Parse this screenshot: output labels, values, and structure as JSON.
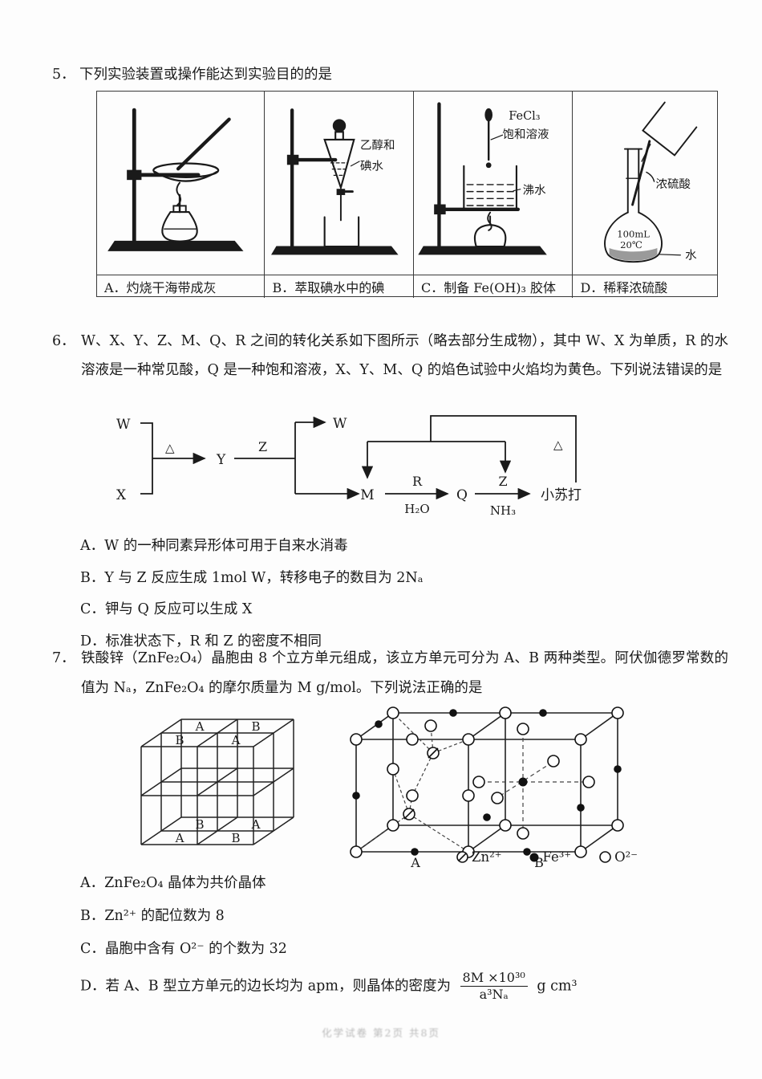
{
  "q5": {
    "number": "5．",
    "stem": "下列实验装置或操作能达到实验目的的是",
    "cells": [
      {
        "caption": "A．灼烧干海带成灰",
        "labels": []
      },
      {
        "caption": "B．萃取碘水中的碘",
        "labels": [
          "乙醇和",
          "碘水"
        ]
      },
      {
        "caption": "C．制备 Fe(OH)₃ 胶体",
        "labels": [
          "FeCl₃",
          "饱和溶液",
          "沸水"
        ]
      },
      {
        "caption": "D．稀释浓硫酸",
        "labels": [
          "浓硫酸",
          "100mL",
          "20℃",
          "水"
        ]
      }
    ]
  },
  "q6": {
    "number": "6．",
    "stem": "W、X、Y、Z、M、Q、R 之间的转化关系如下图所示（略去部分生成物），其中 W、X 为单质，R 的水溶液是一种常见酸，Q 是一种饱和溶液，X、Y、M、Q 的焰色试验中火焰均为黄色。下列说法错误的是",
    "flow": {
      "w_top": "W",
      "x": "X",
      "heat1": "△",
      "y": "Y",
      "z_step": "Z",
      "w_out": "W",
      "m": "M",
      "r_step": "R",
      "h2o": "H₂O",
      "q": "Q",
      "z_step2": "Z",
      "nh3": "NH₃",
      "soda": "小苏打",
      "heat2": "△"
    },
    "options": [
      "A．W 的一种同素异形体可用于自来水消毒",
      "B．Y 与 Z 反应生成 1mol W，转移电子的数目为 2Nₐ",
      "C．钾与 Q 反应可以生成 X",
      "D．标准状态下，R 和 Z 的密度不相同"
    ]
  },
  "q7": {
    "number": "7．",
    "stem": "铁酸锌（ZnFe₂O₄）晶胞由 8 个立方单元组成，该立方单元可分为 A、B 两种类型。阿伏伽德罗常数的值为 Nₐ，ZnFe₂O₄ 的摩尔质量为 M g/mol。下列说法正确的是",
    "cube_labels": {
      "top_back_left": "A",
      "top_back_right": "B",
      "top_front_left": "B",
      "top_front_right": "A",
      "bottom_back_left": "B",
      "bottom_back_right": "A",
      "bottom_front_left": "A",
      "bottom_front_right": "B"
    },
    "struct_labels": {
      "a": "A",
      "b": "B"
    },
    "legend": [
      {
        "label": "Zn²⁺"
      },
      {
        "label": "Fe³⁺"
      },
      {
        "label": "O²⁻"
      }
    ],
    "options": [
      "A．ZnFe₂O₄ 晶体为共价晶体",
      "B．Zn²⁺ 的配位数为 8",
      "C．晶胞中含有 O²⁻ 的个数为 32"
    ],
    "option_d": {
      "prefix": "D．若 A、B 型立方单元的边长均为 apm，则晶体的密度为",
      "frac_num": "8M ×10³⁰",
      "frac_den": "a³Nₐ",
      "suffix": "g cm³"
    }
  },
  "footer": "化学试卷 第2页 共8页"
}
